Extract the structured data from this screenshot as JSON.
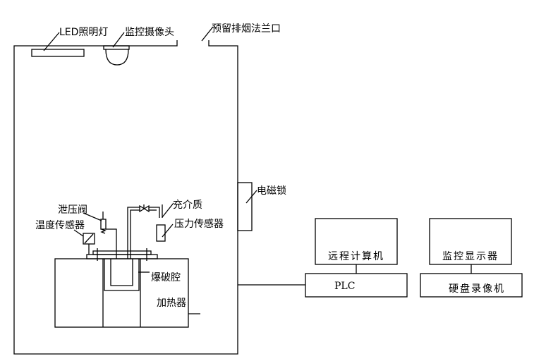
{
  "diagram": {
    "labels": {
      "led_light": "LED照明灯",
      "camera": "监控摄像头",
      "exhaust_flange": "预留排烟法兰口",
      "magnetic_lock": "电磁锁",
      "relief_valve": "泄压阀",
      "temp_sensor": "温度传感器",
      "fill_medium": "充介质",
      "pressure_sensor": "压力传感器",
      "blast_chamber": "爆破腔",
      "heater": "加热器",
      "remote_computer": "远程计算机",
      "plc": "PLC",
      "monitor_display": "监控显示器",
      "dvr": "硬盘录像机"
    }
  }
}
